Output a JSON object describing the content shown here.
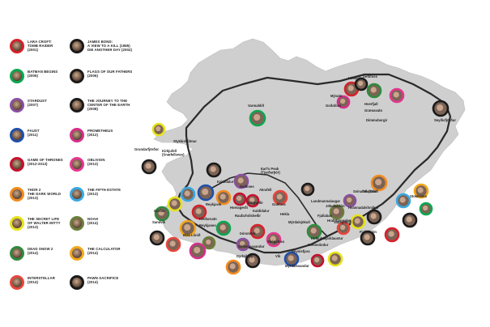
{
  "legend": [
    {
      "film": "LARA CROFT:\nTOMB RAIDER\n(2001)",
      "color": "#d7202a"
    },
    {
      "film": "JAMES BOND:\nA VIEW TO A KILL (1985)\nDIE ANOTHER DAY (2002)",
      "color": "#1a1a1a"
    },
    {
      "film": "BATMAN BEGINS\n(2005)",
      "color": "#0aa84f"
    },
    {
      "film": "FLAGS OF OUR FATHERS\n(2006)",
      "color": "#1a1a1a"
    },
    {
      "film": "STARDUST\n(2007)",
      "color": "#8a4fa3"
    },
    {
      "film": "THE JOURNEY TO THE\nCENTER OF THE EARTH\n(2008)",
      "color": "#1a1a1a"
    },
    {
      "film": "FAUST\n(2011)",
      "color": "#1f4fa8"
    },
    {
      "film": "PROMETHEUS\n(2012)",
      "color": "#d62f8a"
    },
    {
      "film": "GAME OF THRONES\n(2012-2013)",
      "color": "#c8102e"
    },
    {
      "film": "OBLIVION\n(2013)",
      "color": "#e3378f"
    },
    {
      "film": "THOR 2\nTHE DARK WORLD\n(2013)",
      "color": "#f28c1e"
    },
    {
      "film": "THE FIFTH ESTATE\n(2013)",
      "color": "#3aa8e0"
    },
    {
      "film": "THE SECRET LIFE\nOF WALTER MITTY\n(2013)",
      "color": "#e6e21a"
    },
    {
      "film": "NOAH\n(2014)",
      "color": "#6a7f3a"
    },
    {
      "film": "DEAD SNOW 2\n(2014)",
      "color": "#2e8b3e"
    },
    {
      "film": "THE CALCULATOR\n(2014)",
      "color": "#f3a81c"
    },
    {
      "film": "INTERSTELLAR\n(2014)",
      "color": "#e8463c"
    },
    {
      "film": "PAWN SACRIFICE\n(2014)",
      "color": "#1a1a1a"
    }
  ],
  "places": [
    "Varmahlíð",
    "Húsavík",
    "Dettifoss",
    "Mývatn",
    "Goðafoss",
    "Hverfjall",
    "Grænavatn",
    "Dimmuborgir",
    "Seyðisfjörður",
    "Grundarfjörður",
    "Stykkishólmur",
    "Kirkjufell\n(Snæfellsnes)",
    "Kaldidalur",
    "Earl's Peak\n(Tjarðarþór)",
    "Geitlines",
    "Akrafell",
    "Þingvellir",
    "Gullfoss",
    "Kleifarvatn",
    "Reykjanes",
    "Raufarhólshellir",
    "Hekla",
    "Hveragerði",
    "Sandvík",
    "Garður",
    "Reykjavík",
    "Bláa Lónið",
    "Þórsmörk",
    "Mýrdalsjökull",
    "Skógafoss",
    "Dyrhólaey",
    "Vík",
    "Reynisfjara",
    "Mýrdalssandur",
    "Sólheimasandur",
    "Kirkjubæjarklaustur",
    "Svínafellsjökull",
    "Skaftafell",
    "Jökulsárlón",
    "Fjallsárlón",
    "Vatnajökull",
    "Stokksnes",
    "Hvannadalshnúkur",
    "Landmannalaugar",
    "Fjallabak",
    "Hrafntinnusker",
    "Sveinstindur",
    "Kaldidalur"
  ]
}
